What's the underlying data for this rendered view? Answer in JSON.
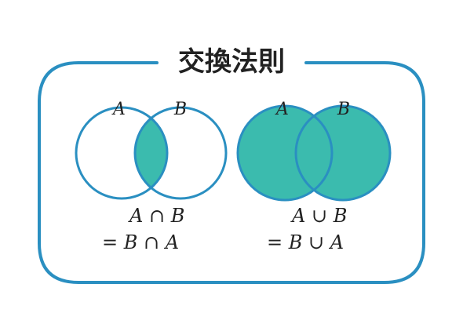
{
  "title": "交換法則",
  "colors": {
    "stroke": "#2a8fc1",
    "fill": "#3bbbae",
    "text": "#222222",
    "background": "#ffffff"
  },
  "left_diagram": {
    "label_a": "A",
    "label_b": "B",
    "shading": "intersection",
    "formula_line1": "A ∩ B",
    "formula_line2": "= B ∩ A"
  },
  "right_diagram": {
    "label_a": "A",
    "label_b": "B",
    "shading": "union",
    "formula_line1": "A ∪ B",
    "formula_line2": "= B ∪ A"
  }
}
